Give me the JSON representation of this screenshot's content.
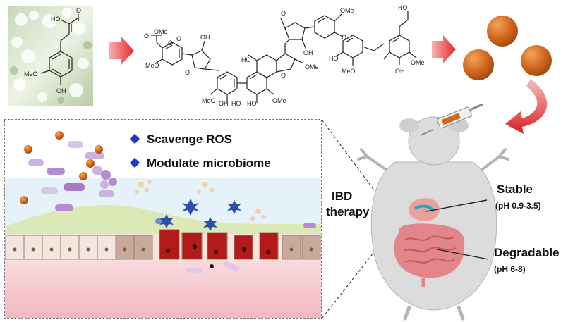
{
  "colors": {
    "particle": "#d2691e",
    "arrow": "#e8282b",
    "bullet": "#1a3bcc",
    "inflamed_cell": "#b31b1b",
    "healthy_cell": "#f4e6de",
    "mucus": "#dbe9b6",
    "lumen": "#e6f2f9",
    "tissue": "#f6cfd4"
  },
  "monomer": {
    "labels": [
      "HO",
      "O",
      "MeO",
      "OH"
    ]
  },
  "polymer": {
    "labels": [
      "O",
      "O",
      "OMe",
      "O",
      "MeO",
      "OH",
      "O",
      "HO",
      "O",
      "OH",
      "O",
      "OMe",
      "HO",
      "HO",
      "MeO",
      "HO",
      "OH",
      "OMe",
      "O",
      "OMe",
      "MeO",
      "OH",
      "HO",
      "OMe"
    ]
  },
  "legend": {
    "items": [
      {
        "label": "Scavenge ROS",
        "icon": "blue-diamond-icon"
      },
      {
        "label": "Modulate microbiome",
        "icon": "blue-diamond-icon"
      }
    ]
  },
  "therapy_label": {
    "line1": "IBD",
    "line2": "therapy"
  },
  "stable": {
    "title": "Stable",
    "condition": "(pH 0.9-3.5)"
  },
  "degradable": {
    "title": "Degradable",
    "condition": "(pH 6-8)"
  }
}
